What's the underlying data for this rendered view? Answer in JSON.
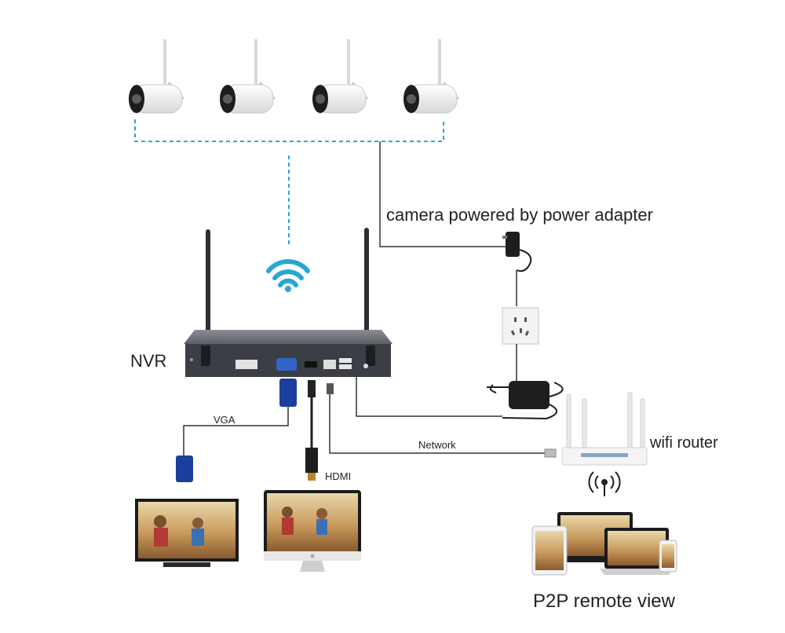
{
  "labels": {
    "power_adapter": "camera powered by power adapter",
    "nvr": "NVR",
    "vga": "VGA",
    "hdmi": "HDMI",
    "network": "Network",
    "wifi_router": "wifi router",
    "p2p": "P2P remote view"
  },
  "cameras": [
    {
      "id": "camera-1"
    },
    {
      "id": "camera-2"
    },
    {
      "id": "camera-3"
    },
    {
      "id": "camera-4"
    }
  ],
  "colors": {
    "wireless": "#29a6d6",
    "cable": "#333333",
    "vga_blue": "#1c3f9e",
    "nvr_body": "#3b3e44",
    "screen_bg": "#c9a46a"
  }
}
